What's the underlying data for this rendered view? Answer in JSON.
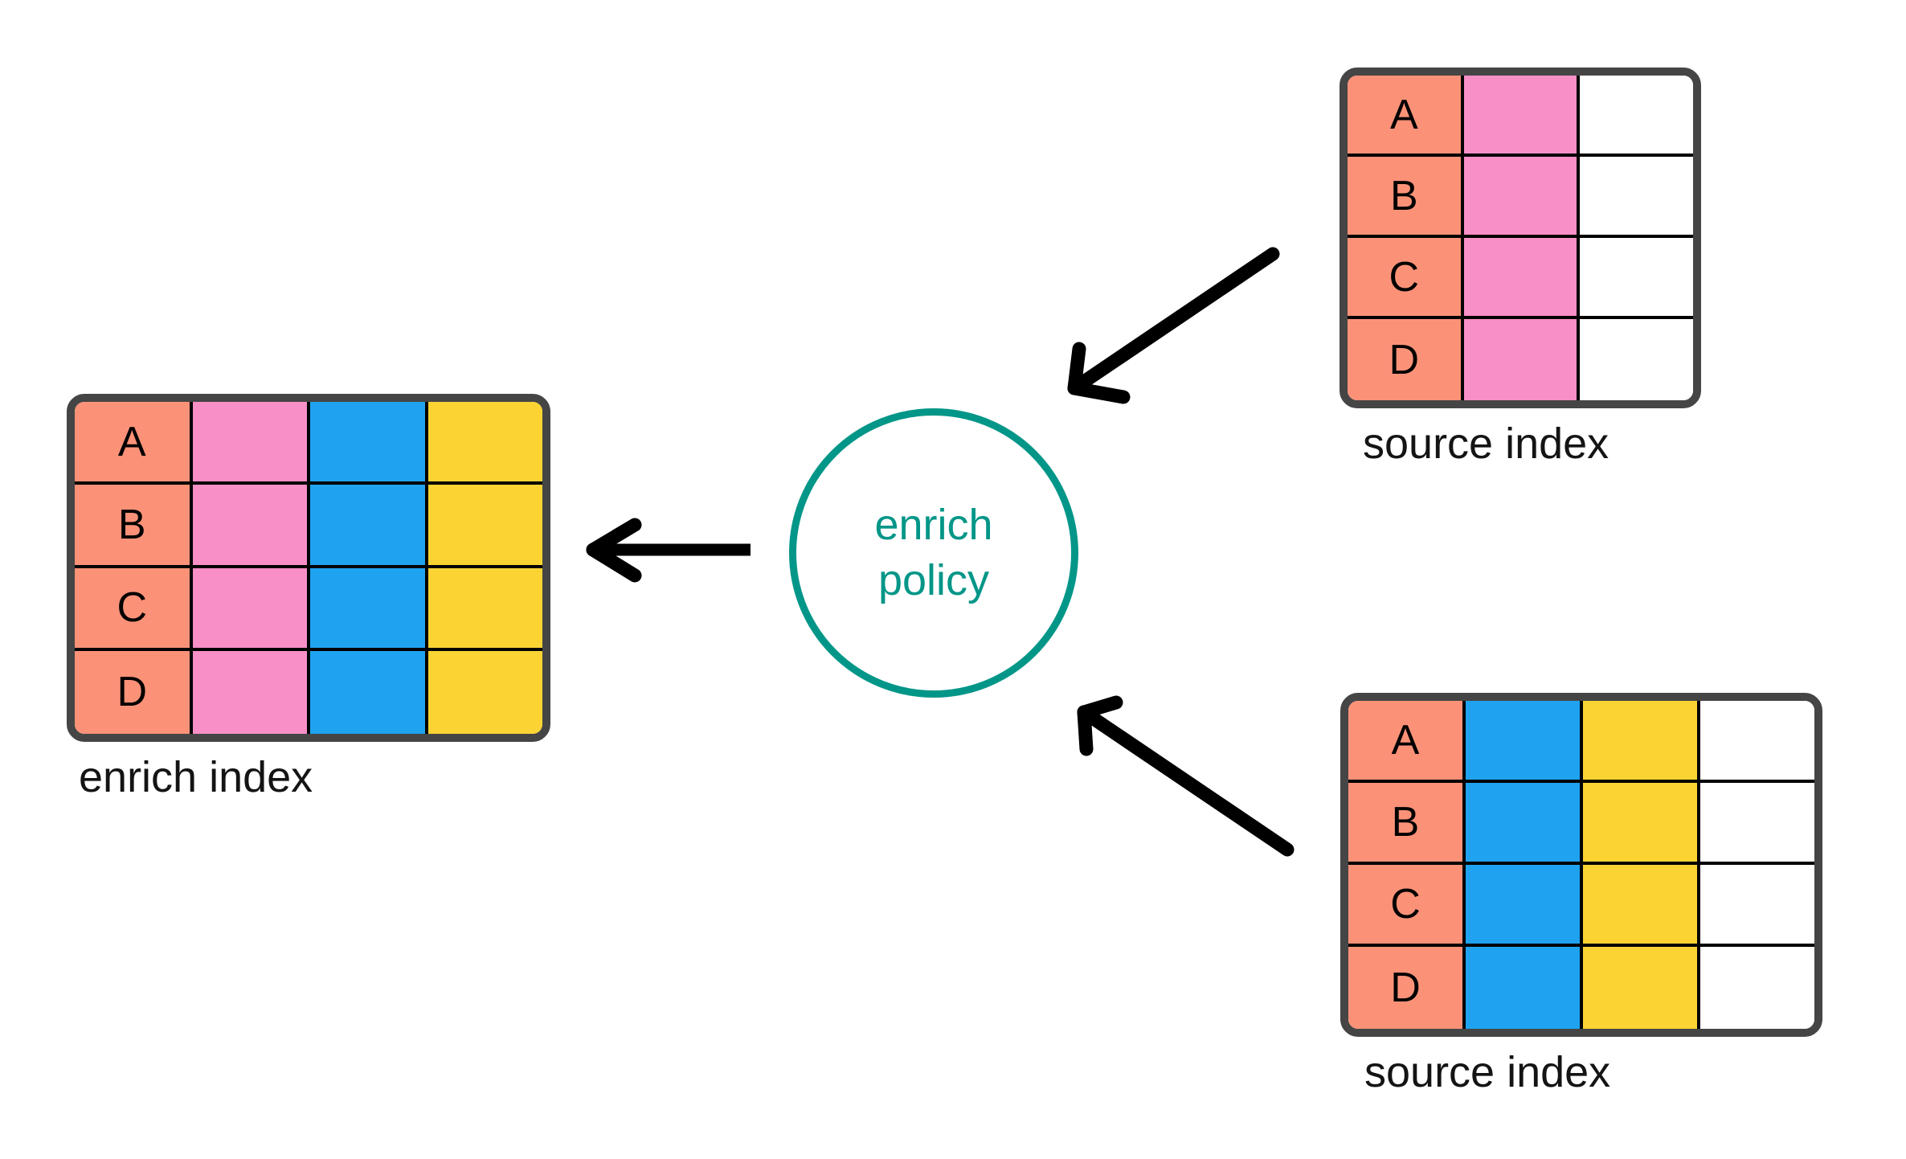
{
  "diagram": {
    "title": "Elasticsearch enrich processor flow",
    "background_color": "#ffffff",
    "palette": {
      "salmon": "#FB9278",
      "pink": "#F88FC7",
      "blue": "#1FA3F0",
      "yellow": "#FBD434",
      "white": "#FFFFFF",
      "table_border": "#454545",
      "cell_border": "#000000",
      "arrow": "#000000",
      "policy_teal": "#029688",
      "text": "#141414"
    }
  },
  "enrich_index": {
    "caption": "enrich index",
    "columns": 4,
    "rows": [
      {
        "key": "A",
        "cells": [
          "salmon",
          "pink",
          "blue",
          "yellow"
        ]
      },
      {
        "key": "B",
        "cells": [
          "salmon",
          "pink",
          "blue",
          "yellow"
        ]
      },
      {
        "key": "C",
        "cells": [
          "salmon",
          "pink",
          "blue",
          "yellow"
        ]
      },
      {
        "key": "D",
        "cells": [
          "salmon",
          "pink",
          "blue",
          "yellow"
        ]
      }
    ]
  },
  "source_index_top": {
    "caption": "source index",
    "columns": 3,
    "rows": [
      {
        "key": "A",
        "cells": [
          "salmon",
          "pink",
          "white"
        ]
      },
      {
        "key": "B",
        "cells": [
          "salmon",
          "pink",
          "white"
        ]
      },
      {
        "key": "C",
        "cells": [
          "salmon",
          "pink",
          "white"
        ]
      },
      {
        "key": "D",
        "cells": [
          "salmon",
          "pink",
          "white"
        ]
      }
    ]
  },
  "source_index_bottom": {
    "caption": "source index",
    "columns": 4,
    "rows": [
      {
        "key": "A",
        "cells": [
          "salmon",
          "blue",
          "yellow",
          "white"
        ]
      },
      {
        "key": "B",
        "cells": [
          "salmon",
          "blue",
          "yellow",
          "white"
        ]
      },
      {
        "key": "C",
        "cells": [
          "salmon",
          "blue",
          "yellow",
          "white"
        ]
      },
      {
        "key": "D",
        "cells": [
          "salmon",
          "blue",
          "yellow",
          "white"
        ]
      }
    ]
  },
  "policy": {
    "line1": "enrich",
    "line2": "policy"
  },
  "arrows": [
    {
      "name": "arrow-top-source-to-policy",
      "from": "source index (top)",
      "to": "enrich policy",
      "direction": "down-left"
    },
    {
      "name": "arrow-bottom-source-to-policy",
      "from": "source index (bottom)",
      "to": "enrich policy",
      "direction": "up-left"
    },
    {
      "name": "arrow-policy-to-enrich-index",
      "from": "enrich policy",
      "to": "enrich index",
      "direction": "left"
    }
  ]
}
